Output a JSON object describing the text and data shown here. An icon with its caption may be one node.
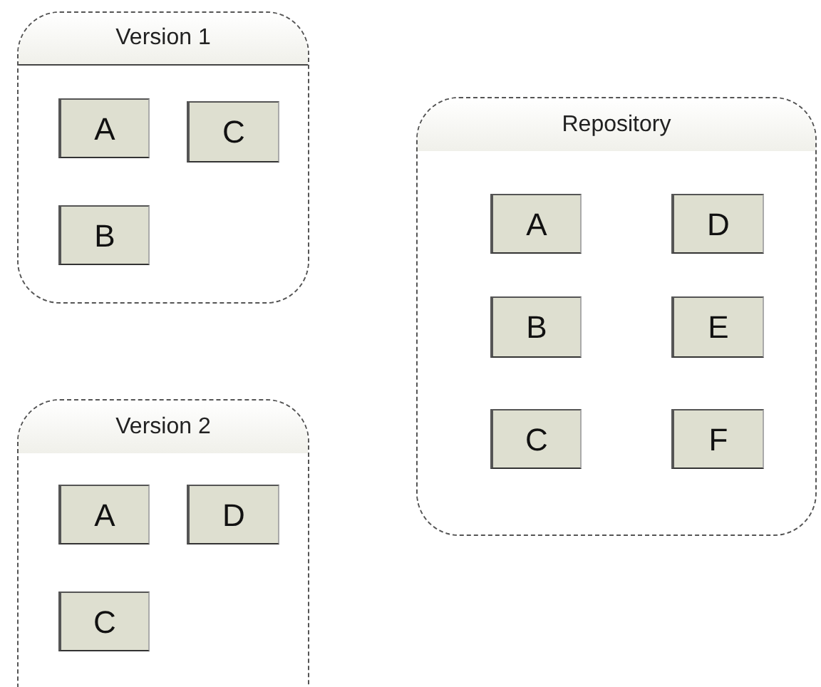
{
  "diagram": {
    "nodes": [
      {
        "text": [
          "Version 1"
        ]
      },
      {
        "text": [
          "A"
        ],
        "in": 0
      },
      {
        "text": [
          "C"
        ],
        "in": 0
      },
      {
        "text": [
          "B"
        ],
        "in": 0
      },
      {
        "text": [
          "Repository"
        ]
      },
      {
        "text": [
          "A"
        ],
        "in": 4
      },
      {
        "text": [
          "D"
        ],
        "in": 4
      },
      {
        "text": [
          "B"
        ],
        "in": 4
      },
      {
        "text": [
          "E"
        ],
        "in": 4
      },
      {
        "text": [
          "C"
        ],
        "in": 4
      },
      {
        "text": [
          "F"
        ],
        "in": 4
      },
      {
        "text": [
          "Version 2"
        ]
      },
      {
        "text": [
          "A"
        ],
        "in": 11
      },
      {
        "text": [
          "D"
        ],
        "in": 11
      },
      {
        "text": [
          "C"
        ],
        "in": 11
      }
    ]
  }
}
